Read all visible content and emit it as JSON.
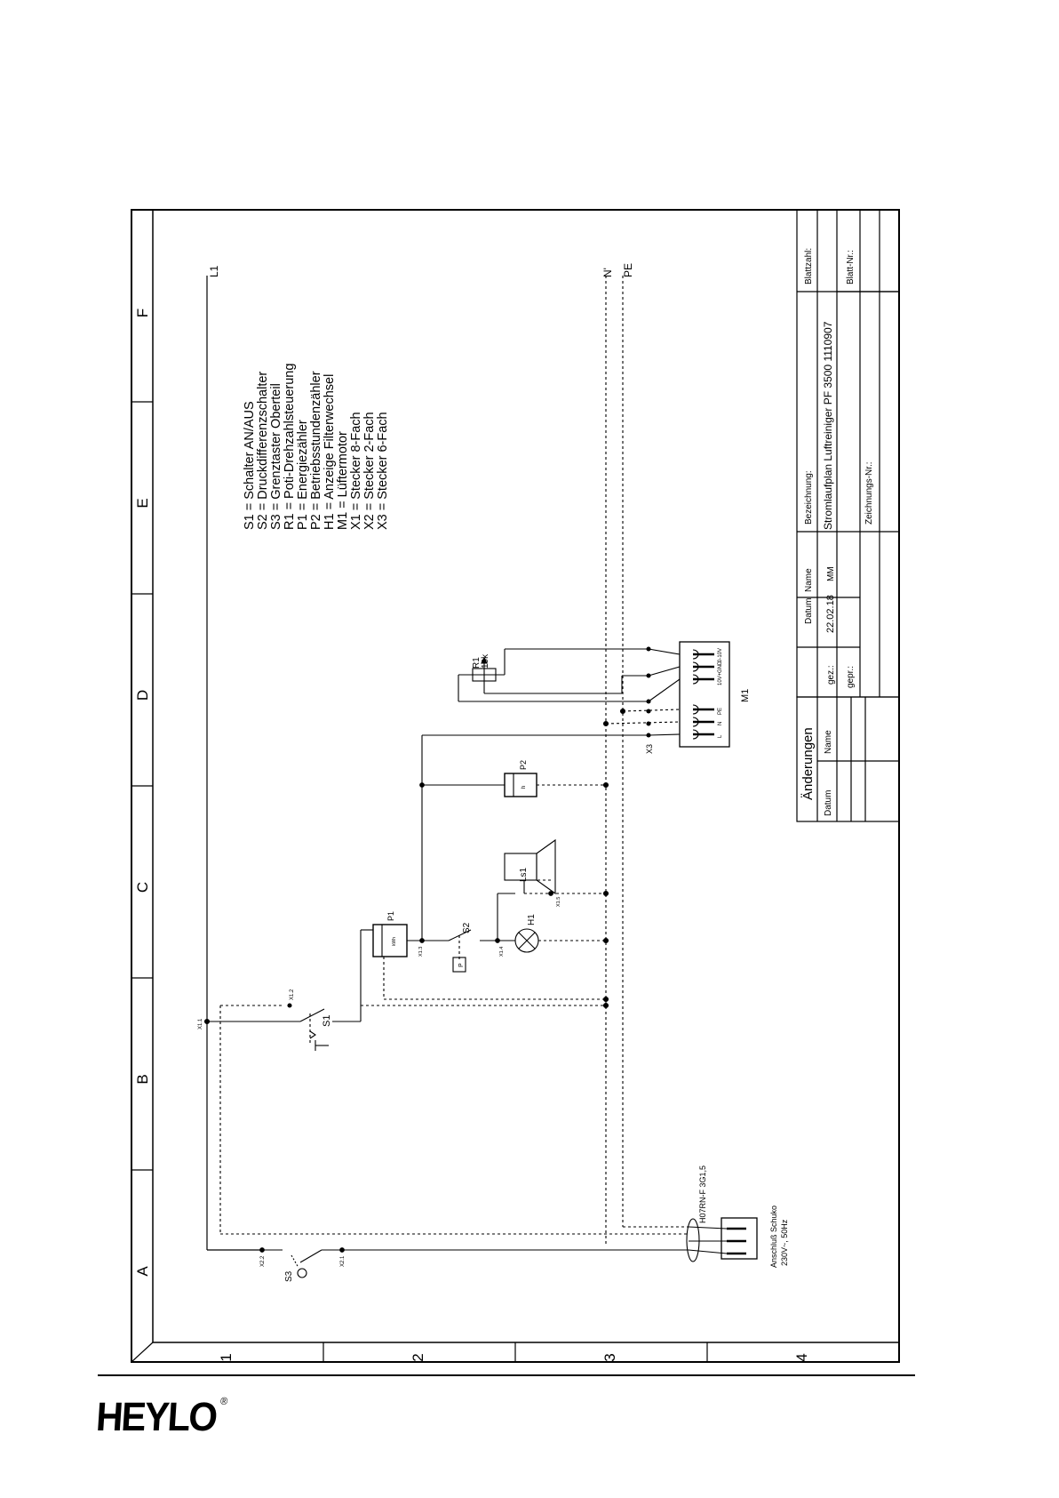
{
  "columns": [
    "A",
    "B",
    "C",
    "D",
    "E",
    "F"
  ],
  "rows": [
    "1",
    "2",
    "3",
    "4"
  ],
  "rails": {
    "l1": "L1",
    "n": "N'",
    "pe": "PE"
  },
  "legend": [
    "S1 = Schalter AN/AUS",
    "S2 = Druckdifferenzschalter",
    "S3 = Grenztaster Oberteil",
    "R1 = Poti-Drehzahlsteuerung",
    "P1 = Energiezähler",
    "P2 = Betriebsstundenzähler",
    "H1 = Anzeige Filterwechsel",
    "M1 = Lüftermotor",
    "X1 = Stecker 8-Fach",
    "X2 = Stecker 2-Fach",
    "X3 = Stecker 6-Fach"
  ],
  "components": {
    "s1": "S1",
    "s2": "S2",
    "s3": "S3",
    "p1": "P1",
    "p1_unit": "kWh",
    "p2": "P2",
    "p2_unit": "h",
    "h1": "H1",
    "ls1": "Ls1",
    "r1": "R1",
    "r1_value": "10k",
    "m1": "M1",
    "x3": "X3",
    "s2_symbol": "P"
  },
  "terminals": {
    "x11": "X1.1",
    "x12": "X1.2",
    "x13": "X1.3",
    "x14": "X1.4",
    "x15": "X1.5",
    "x21": "X2.1",
    "x22": "X2.2"
  },
  "motor_pins": [
    "L",
    "N",
    "PE",
    "10V+",
    "GND",
    "0-10V"
  ],
  "cable": "H07RN-F 3G1,5",
  "supply": {
    "line1": "Anschluß Schuko",
    "line2": "230V~, 50Hz"
  },
  "changes_box": {
    "title": "Änderungen",
    "col_date": "Datum",
    "col_name": "Name"
  },
  "title_block": {
    "datum_header": "Datum",
    "name_header": "Name",
    "gez_label": "gez.:",
    "gez_date": "22.02.18",
    "gez_name": "MM",
    "gepr_label": "gepr.:",
    "bezeichnung_label": "Bezeichnung:",
    "bezeichnung": "Stromlaufplan Luftreiniger PF 3500  1110907",
    "zeichnungsnr_label": "Zeichnungs-Nr.:",
    "blattzahl_label": "Blattzahl:",
    "blattnr_label": "Blatt-Nr.:"
  },
  "footer": {
    "brand": "HEYLO",
    "reg_mark": "®"
  }
}
